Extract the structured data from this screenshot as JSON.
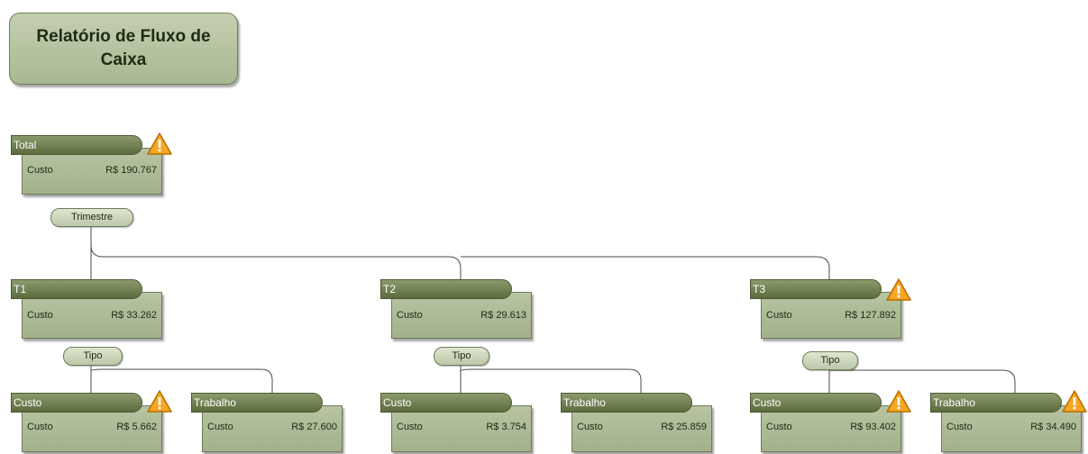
{
  "title": "Relatório de Fluxo de Caixa",
  "colors": {
    "accent": "#5b6b3d",
    "node_body": "#a9b891",
    "warning": "#f5a623"
  },
  "nodes": {
    "total": {
      "header": "Total",
      "label": "Custo",
      "value": "R$ 190.767",
      "warning": true
    },
    "t1": {
      "header": "T1",
      "label": "Custo",
      "value": "R$ 33.262",
      "warning": false
    },
    "t2": {
      "header": "T2",
      "label": "Custo",
      "value": "R$ 29.613",
      "warning": false
    },
    "t3": {
      "header": "T3",
      "label": "Custo",
      "value": "R$ 127.892",
      "warning": true
    },
    "t1_custo": {
      "header": "Custo",
      "label": "Custo",
      "value": "R$ 5.662",
      "warning": true
    },
    "t1_trabalho": {
      "header": "Trabalho",
      "label": "Custo",
      "value": "R$ 27.600",
      "warning": false
    },
    "t2_custo": {
      "header": "Custo",
      "label": "Custo",
      "value": "R$ 3.754",
      "warning": false
    },
    "t2_trabalho": {
      "header": "Trabalho",
      "label": "Custo",
      "value": "R$ 25.859",
      "warning": false
    },
    "t3_custo": {
      "header": "Custo",
      "label": "Custo",
      "value": "R$ 93.402",
      "warning": true
    },
    "t3_trabalho": {
      "header": "Trabalho",
      "label": "Custo",
      "value": "R$ 34.490",
      "warning": true
    }
  },
  "groupings": {
    "total_by": "Trimestre",
    "t1_by": "Tipo",
    "t2_by": "Tipo",
    "t3_by": "Tipo"
  }
}
